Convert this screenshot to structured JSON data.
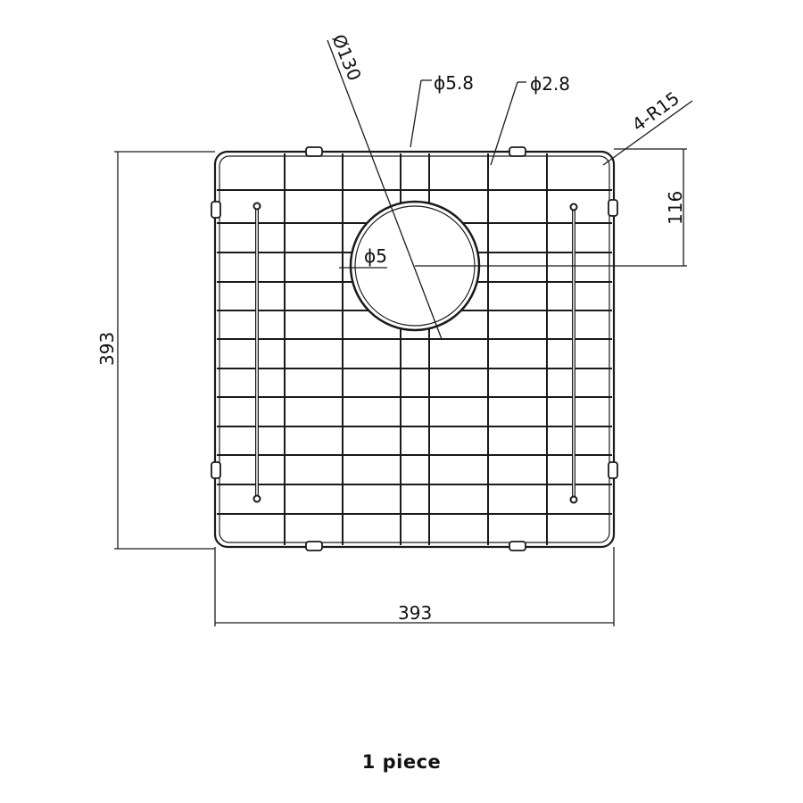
{
  "drawing": {
    "dimensions": {
      "hole_diameter": "Ø130",
      "wire_diameter_thick": "ϕ5.8",
      "wire_diameter_thin": "ϕ2.8",
      "corner_radius": "4-R15",
      "hole_offset": "116",
      "height": "393",
      "width": "393",
      "rod_diameter": "ϕ5"
    },
    "line_color": "#1a1a1a"
  },
  "caption": "1 piece"
}
